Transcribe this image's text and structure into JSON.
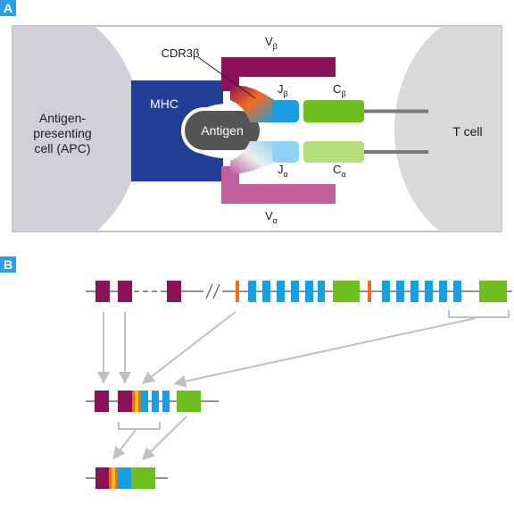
{
  "panels": {
    "a": {
      "letter": "A",
      "apc_label_lines": [
        "Antigen-",
        "presenting",
        "cell (APC)"
      ],
      "tcell_label": "T cell",
      "mhc_label": "MHC",
      "antigen_label": "Antigen",
      "cdr3_label": "CDR3β",
      "v_beta": {
        "main": "V",
        "sub": "β"
      },
      "v_alpha": {
        "main": "V",
        "sub": "α"
      },
      "j_beta": {
        "main": "J",
        "sub": "β"
      },
      "j_alpha": {
        "main": "J",
        "sub": "α"
      },
      "c_beta": {
        "main": "C",
        "sub": "β"
      },
      "c_alpha": {
        "main": "C",
        "sub": "α"
      }
    },
    "b": {
      "letter": "B"
    }
  },
  "colors": {
    "panel_badge": "#2aa0dd",
    "apc": "#cfd0da",
    "tcell": "#d9d9d9",
    "mhc": "#233e96",
    "antigen": "#555555",
    "v_beta": "#8b1258",
    "v_alpha": "#c05e9e",
    "j_beta": "#1a9ee0",
    "j_alpha": "#8fd2f4",
    "c_beta": "#6fbe1f",
    "c_alpha": "#b3dd79",
    "cdr3_orange": "#f26b1d",
    "cdr3_yellow": "#f5c21b",
    "line": "#6b6b6b",
    "arrow": "#c0c0c0"
  }
}
